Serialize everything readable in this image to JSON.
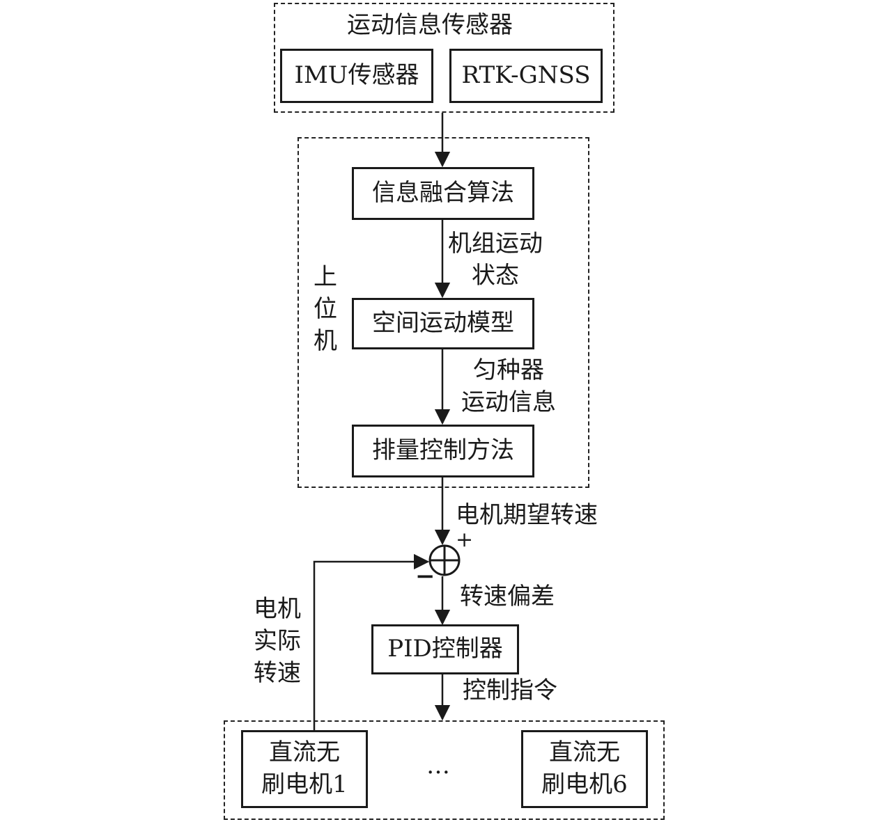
{
  "sensors": {
    "title": "运动信息传感器",
    "imu": "IMU传感器",
    "rtk": "RTK-GNSS"
  },
  "host": {
    "label": [
      "上",
      "位",
      "机"
    ],
    "fusion": "信息融合算法",
    "unit_state": [
      "机组运动",
      "状态"
    ],
    "space_model": "空间运动模型",
    "seeder_info": [
      "匀种器",
      "运动信息"
    ],
    "displacement_control": "排量控制方法"
  },
  "loop": {
    "expected_speed": "电机期望转速",
    "plus": "+",
    "minus": "−",
    "speed_error": "转速偏差",
    "pid": "PID控制器",
    "control_cmd": "控制指令",
    "actual_speed": [
      "电机",
      "实际",
      "转速"
    ]
  },
  "motors": {
    "motor1": [
      "直流无",
      "刷电机1"
    ],
    "ellipsis": "…",
    "motor6": [
      "直流无",
      "刷电机6"
    ]
  }
}
